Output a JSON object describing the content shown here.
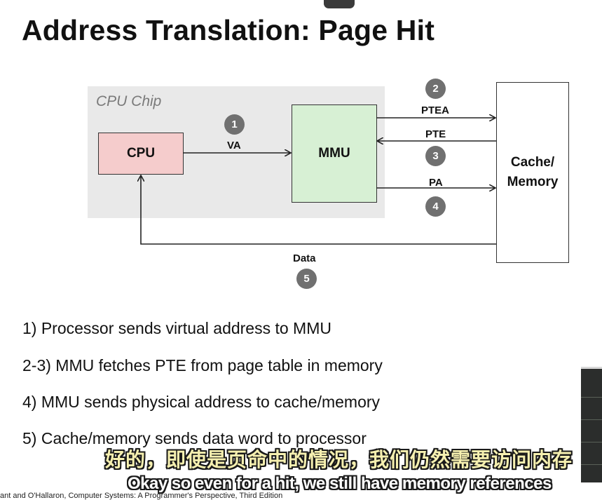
{
  "slide": {
    "title": "Address Translation: Page Hit",
    "diagram": {
      "chip_label": "CPU Chip",
      "cpu_label": "CPU",
      "mmu_label": "MMU",
      "memory_label_line1": "Cache/",
      "memory_label_line2": "Memory",
      "signals": {
        "va": "VA",
        "ptea": "PTEA",
        "pte": "PTE",
        "pa": "PA",
        "data": "Data"
      },
      "steps": [
        "1",
        "2",
        "3",
        "4",
        "5"
      ]
    },
    "bullets": [
      "1) Processor sends virtual address to MMU",
      "2-3) MMU fetches PTE from page table in memory",
      "4) MMU sends physical address to cache/memory",
      "5) Cache/memory sends data word to processor"
    ],
    "footer": "ant and O'Hallaron, Computer Systems: A Programmer's Perspective, Third Edition"
  },
  "subtitles": {
    "chinese": "好的，即使是页命中的情况，我们仍然需要访问内存",
    "english": "Okay so even for a hit, we still have memory references"
  }
}
